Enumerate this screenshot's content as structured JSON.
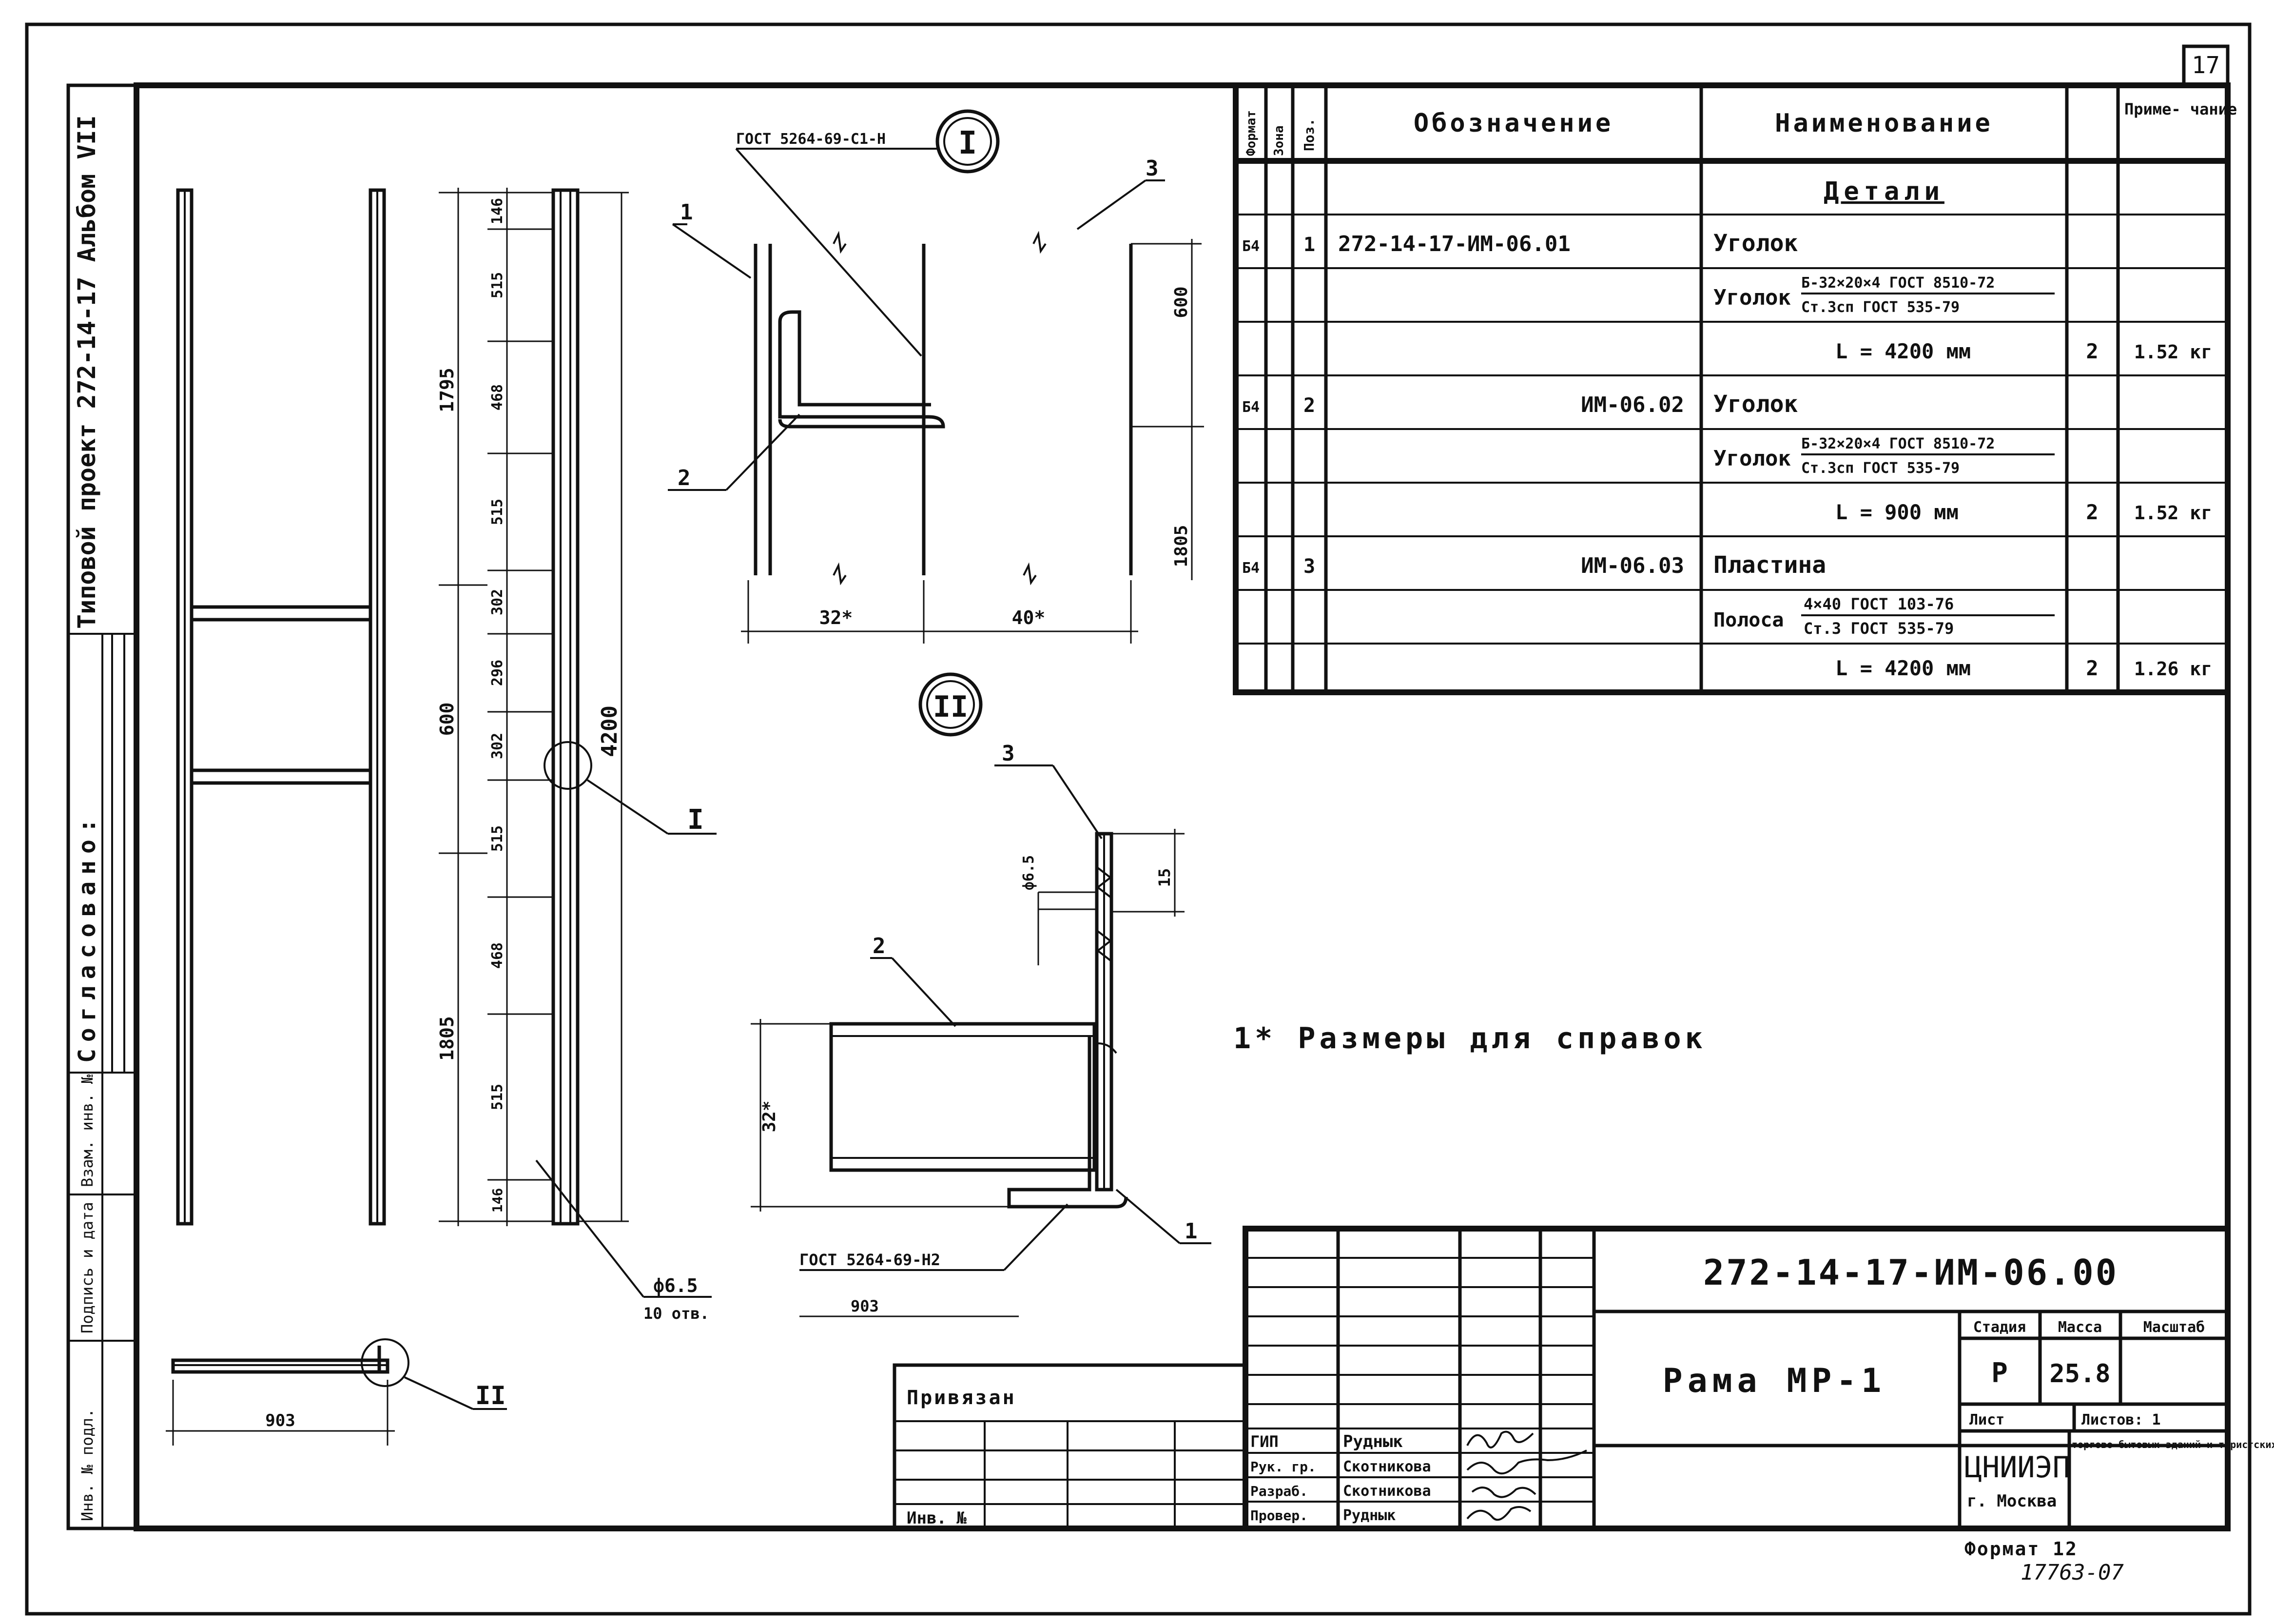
{
  "sheet_number": "17",
  "side_project": "Типовой проект 272-14-17 Альбом VII",
  "agreed_label": "Согласовано:",
  "side_cols": [
    "Инв. № подл.",
    "Подпись и дата",
    "Взам. инв. №"
  ],
  "spec": {
    "headers": {
      "format": "Формат",
      "zone": "Зона",
      "pos": "Поз.",
      "designation": "Обозначение",
      "name": "Наименование",
      "qty": "",
      "note": "Приме- чание"
    },
    "section": "Детали",
    "rows": [
      {
        "format": "Б4",
        "pos": "1",
        "designation": "272-14-17-ИМ-06.01",
        "name": "Уголок",
        "qty": "",
        "note": ""
      },
      {
        "format": "",
        "pos": "",
        "designation": "",
        "name_prefix": "Уголок",
        "name_top": "Б-32×20×4 ГОСТ 8510-72",
        "name_bottom": "Ст.3сп ГОСТ 535-79",
        "qty": "",
        "note": ""
      },
      {
        "format": "",
        "pos": "",
        "designation": "",
        "name": "L = 4200 мм",
        "qty": "2",
        "note": "1.52 кг"
      },
      {
        "format": "Б4",
        "pos": "2",
        "designation": "ИМ-06.02",
        "name": "Уголок",
        "qty": "",
        "note": ""
      },
      {
        "format": "",
        "pos": "",
        "designation": "",
        "name_prefix": "Уголок",
        "name_top": "Б-32×20×4 ГОСТ 8510-72",
        "name_bottom": "Ст.3сп ГОСТ 535-79",
        "qty": "",
        "note": ""
      },
      {
        "format": "",
        "pos": "",
        "designation": "",
        "name": "L = 900 мм",
        "qty": "2",
        "note": "1.52 кг"
      },
      {
        "format": "Б4",
        "pos": "3",
        "designation": "ИМ-06.03",
        "name": "Пластина",
        "qty": "",
        "note": ""
      },
      {
        "format": "",
        "pos": "",
        "designation": "",
        "name_prefix": "Полоса",
        "name_top": "4×40 ГОСТ 103-76",
        "name_bottom": "Ст.3 ГОСТ 535-79",
        "qty": "",
        "note": ""
      },
      {
        "format": "",
        "pos": "",
        "designation": "",
        "name": "L = 4200 мм",
        "qty": "2",
        "note": "1.26 кг"
      }
    ]
  },
  "note_text": "1* Размеры для справок",
  "detail_I": {
    "mark": "I",
    "gost": "ГОСТ 5264-69-С1-Н",
    "dim_height": "600",
    "dim_left": "32*",
    "dim_right": "40*",
    "dim_total": "1805",
    "leaders": [
      "1",
      "2",
      "3"
    ]
  },
  "detail_II": {
    "mark": "II",
    "dim_hole": "ф6.5",
    "dim_15": "15",
    "dim_32": "32*",
    "gost": "ГОСТ 5264-69-Н2",
    "dim_bottom": "903",
    "leaders": [
      "1",
      "2",
      "3"
    ]
  },
  "side_view": {
    "dims_outer": [
      "1795",
      "600",
      "1805"
    ],
    "dims_inner": [
      "146",
      "515",
      "468",
      "515",
      "302",
      "296",
      "302",
      "515",
      "468",
      "515",
      "146"
    ],
    "dim_total": "4200",
    "hole": "ф6.5",
    "holes_count": "10 отв.",
    "marker": "I"
  },
  "plan_view": {
    "dim": "903",
    "marker": "II"
  },
  "binding_label": "Привязан",
  "inv_label": "Инв. №",
  "title_block": {
    "code": "272-14-17-ИМ-06.00",
    "drawing_name": "Рама МР-1",
    "stage_h": "Стадия",
    "mass_h": "Масса",
    "scale_h": "Масштаб",
    "stage": "Р",
    "mass": "25.8",
    "scale": "",
    "sheet_h": "Лист",
    "sheets_h": "Листов: 1",
    "org": "ЦНИИЭП",
    "org_city": "г. Москва",
    "org_dept": "торгово-бытовых зданий и туристских комплексов",
    "roles": [
      {
        "role": "ГИП",
        "name": "Руднык"
      },
      {
        "role": "Рук. гр.",
        "name": "Скотникова"
      },
      {
        "role": "Разраб.",
        "name": "Скотникова"
      },
      {
        "role": "Провер.",
        "name": "Руднык"
      }
    ]
  },
  "format_label": "Формат 12",
  "archive_number": "17763-07"
}
